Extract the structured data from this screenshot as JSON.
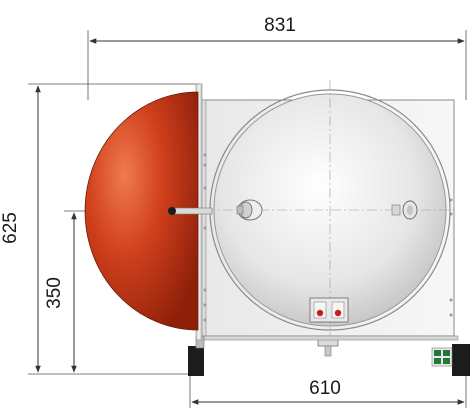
{
  "dimensions": {
    "overall_width": "831",
    "overall_height": "625",
    "pivot_height": "350",
    "base_width": "610"
  },
  "colors": {
    "door": "#d0401c",
    "door_dark": "#8e200a",
    "door_light": "#f07a4e",
    "frame": "#f2f2f2",
    "chamber": "#dcdcdc",
    "foot": "#1c1c1c",
    "valve_red": "#c81e1e",
    "connector_green": "#1f7a3a",
    "dimension_line": "#333333"
  }
}
